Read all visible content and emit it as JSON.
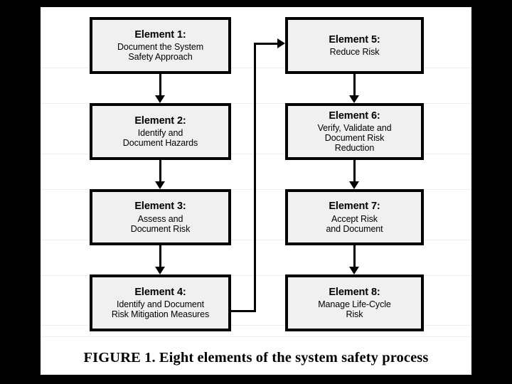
{
  "figure": {
    "caption": "FIGURE 1.  Eight elements of the system safety process",
    "background_color": "#000000",
    "canvas_color": "#ffffff",
    "node_fill_color": "#f0f0f0",
    "node_border_color": "#000000",
    "connector_color": "#000000"
  },
  "nodes": [
    {
      "id": "element-1",
      "title": "Element 1:",
      "body": "Document the System\nSafety Approach",
      "column": "left",
      "row": 1
    },
    {
      "id": "element-2",
      "title": "Element 2:",
      "body": "Identify and\nDocument Hazards",
      "column": "left",
      "row": 2
    },
    {
      "id": "element-3",
      "title": "Element 3:",
      "body": "Assess and\nDocument Risk",
      "column": "left",
      "row": 3
    },
    {
      "id": "element-4",
      "title": "Element 4:",
      "body": "Identify and Document\nRisk Mitigation Measures",
      "column": "left",
      "row": 4
    },
    {
      "id": "element-5",
      "title": "Element 5:",
      "body": "Reduce Risk",
      "column": "right",
      "row": 1
    },
    {
      "id": "element-6",
      "title": "Element 6:",
      "body": "Verify, Validate and\nDocument Risk\nReduction",
      "column": "right",
      "row": 2
    },
    {
      "id": "element-7",
      "title": "Element 7:",
      "body": "Accept Risk\nand Document",
      "column": "right",
      "row": 3
    },
    {
      "id": "element-8",
      "title": "Element 8:",
      "body": "Manage Life-Cycle\nRisk",
      "column": "right",
      "row": 4
    }
  ],
  "connectors": [
    {
      "id": "c1-2",
      "from": "element-1",
      "to": "element-2",
      "kind": "arrow-down"
    },
    {
      "id": "c2-3",
      "from": "element-2",
      "to": "element-3",
      "kind": "arrow-down"
    },
    {
      "id": "c3-4",
      "from": "element-3",
      "to": "element-4",
      "kind": "arrow-down"
    },
    {
      "id": "c4-5",
      "from": "element-4",
      "to": "element-5",
      "kind": "elbow-right-up-arrow-right"
    },
    {
      "id": "c5-6",
      "from": "element-5",
      "to": "element-6",
      "kind": "arrow-down"
    },
    {
      "id": "c6-7",
      "from": "element-6",
      "to": "element-7",
      "kind": "arrow-down"
    },
    {
      "id": "c7-8",
      "from": "element-7",
      "to": "element-8",
      "kind": "arrow-down"
    }
  ]
}
